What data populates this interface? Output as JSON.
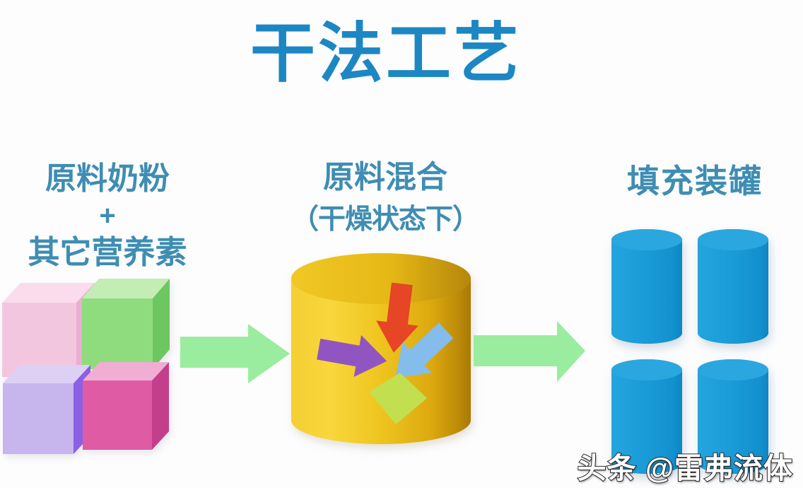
{
  "title": "干法工艺",
  "steps": [
    {
      "id": "raw-materials",
      "lines": [
        "原料奶粉",
        "+",
        "其它营养素"
      ]
    },
    {
      "id": "dry-mixing",
      "lines": [
        "原料混合",
        "（干燥状态下）"
      ]
    },
    {
      "id": "filling",
      "lines": [
        "填充装罐"
      ]
    }
  ],
  "watermark": {
    "text": "头条 @雷弗流体"
  },
  "colors": {
    "title_blue": "#1c87c3",
    "label_blue": "#3f8db2",
    "flow_arrow_green": "#9aec9f",
    "drum_gold": "#efc41f",
    "can_blue": "#189ad6",
    "cube_pink": "#f3c6e0",
    "cube_green": "#8edc7e",
    "cube_lavender": "#c7b6ed",
    "cube_magenta": "#df5ba3",
    "drum_arrow_red": "#e64526",
    "drum_arrow_purple": "#9155c2",
    "drum_arrow_blue": "#84bceb",
    "drum_arrow_green": "#c2df50",
    "watermark_white": "#ffffff"
  }
}
